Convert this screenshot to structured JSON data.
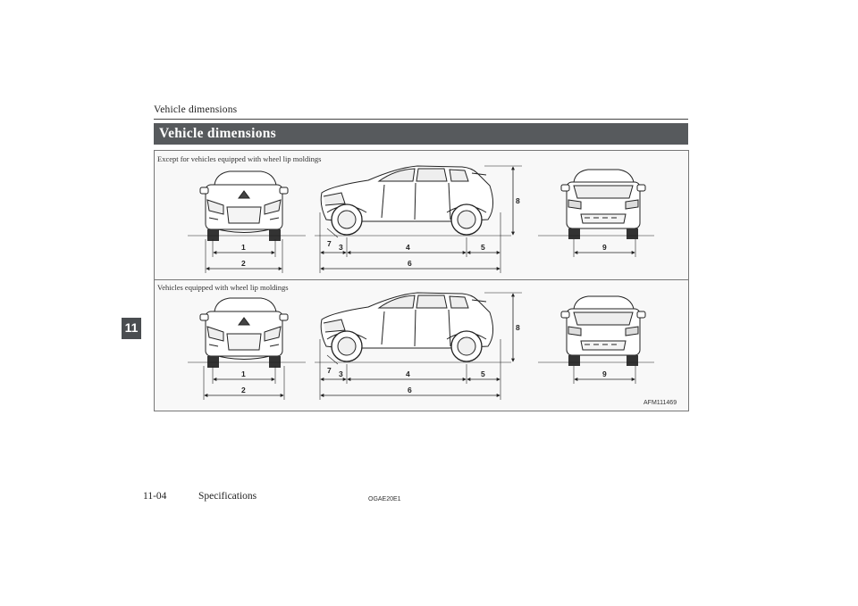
{
  "header": {
    "running_title": "Vehicle dimensions"
  },
  "section": {
    "title": "Vehicle dimensions"
  },
  "figure": {
    "top_caption": "Except for vehicles equipped with wheel lip moldings",
    "bottom_caption": "Vehicles equipped with wheel lip moldings",
    "code": "AFM111469",
    "dimension_labels": [
      "1",
      "2",
      "3",
      "4",
      "5",
      "6",
      "7",
      "8",
      "9"
    ]
  },
  "chapter_tab": "11",
  "footer": {
    "page": "11-04",
    "section": "Specifications",
    "doc_code": "OGAE20E1"
  }
}
